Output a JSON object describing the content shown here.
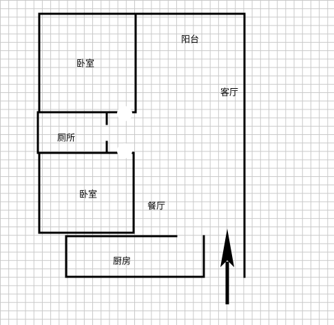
{
  "plan": {
    "wall_color": "#000000",
    "grid_color": "#c8c8c8",
    "rooms": {
      "bedroom_top": "卧室",
      "balcony": "阳台",
      "living_room": "客厅",
      "toilet": "厕所",
      "bedroom_bottom": "卧室",
      "dining_room": "餐厅",
      "kitchen": "厨房"
    },
    "entrance_arrow_icon": "arrow-up-icon"
  }
}
